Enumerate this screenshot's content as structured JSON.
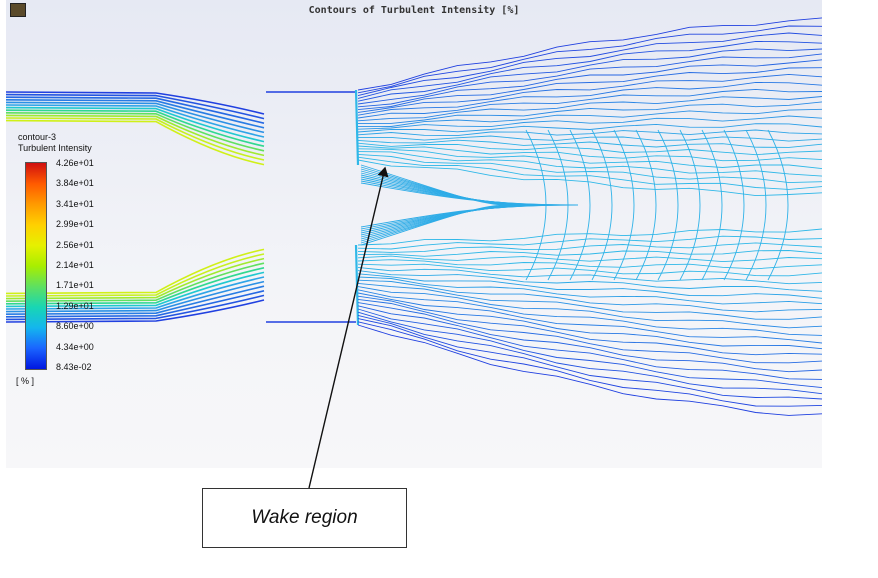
{
  "title": "Contours of Turbulent Intensity [%]",
  "legend": {
    "name": "contour-3",
    "quantity": "Turbulent Intensity",
    "unit": "[ % ]",
    "ticks": [
      "4.26e+01",
      "3.84e+01",
      "3.41e+01",
      "2.99e+01",
      "2.56e+01",
      "2.14e+01",
      "1.71e+01",
      "1.29e+01",
      "8.60e+00",
      "4.34e+00",
      "8.43e-02"
    ],
    "colors": [
      "#d01010",
      "#ff5a00",
      "#ff9a00",
      "#ffd000",
      "#e6f000",
      "#a8ee00",
      "#5ee060",
      "#18d6b4",
      "#14b6ee",
      "#1a64ff",
      "#0016e0"
    ]
  },
  "annotation": {
    "text": "Wake region"
  },
  "colors": {
    "contour_outer": "#2040e0",
    "contour_inner": "#30b8e8"
  }
}
